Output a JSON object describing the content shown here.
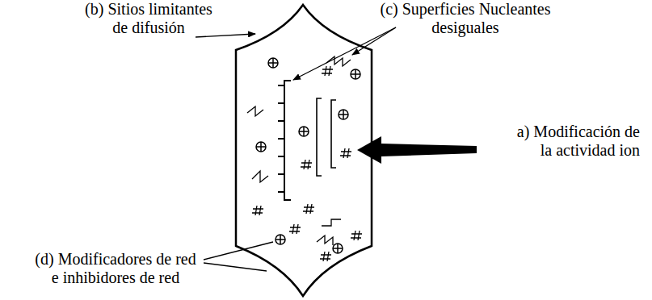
{
  "diagram": {
    "labels": [
      "(b) Sitios limitantes de difusión",
      "(c) Superficies Nucleantes desiguales",
      "a) Modificación de la actividad ion",
      "(d) Modificadores de red e inhibidores de red"
    ]
  }
}
